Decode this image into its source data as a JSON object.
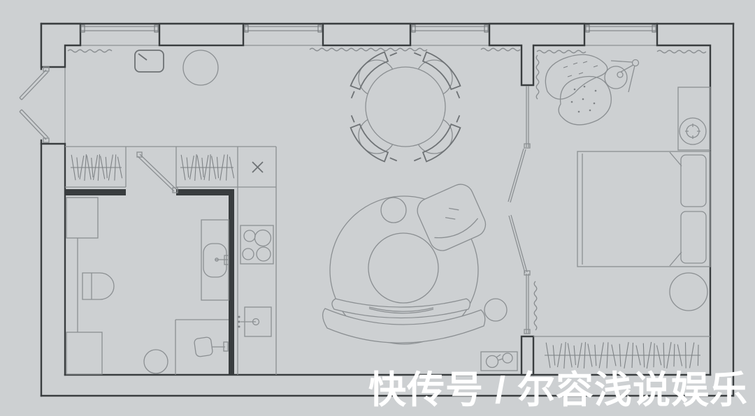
{
  "watermark": {
    "text": "快传号 / 尔容浅说娱乐"
  },
  "palette": {
    "background": "#cdd0d2",
    "wall_line": "#393d3f",
    "furniture_line": "#8b8f92",
    "detail_line": "#6e7275",
    "watermark_text": "#ffffff"
  },
  "drawing": {
    "type": "apartment-floor-plan",
    "elements": [
      "entry-double-door",
      "wardrobe-hanging-clothes",
      "bathroom-door",
      "toilet",
      "washbasin-vanity",
      "shower-head",
      "floor-drain",
      "storage-cabinet",
      "kitchen-counter",
      "cooktop-4-burners",
      "kitchen-sink",
      "vent-box",
      "round-side-table",
      "dining-table",
      "dining-chairs",
      "round-rug",
      "round-coffee-table",
      "floor-cushion",
      "curved-sofa",
      "lounge-armchair",
      "audio-device",
      "sliding-partition",
      "curtains",
      "bedroom-armchair",
      "arc-floor-lamp",
      "nightstand",
      "potted-plant",
      "double-bed",
      "pillows",
      "round-ottoman",
      "bedroom-closet",
      "windows"
    ]
  }
}
